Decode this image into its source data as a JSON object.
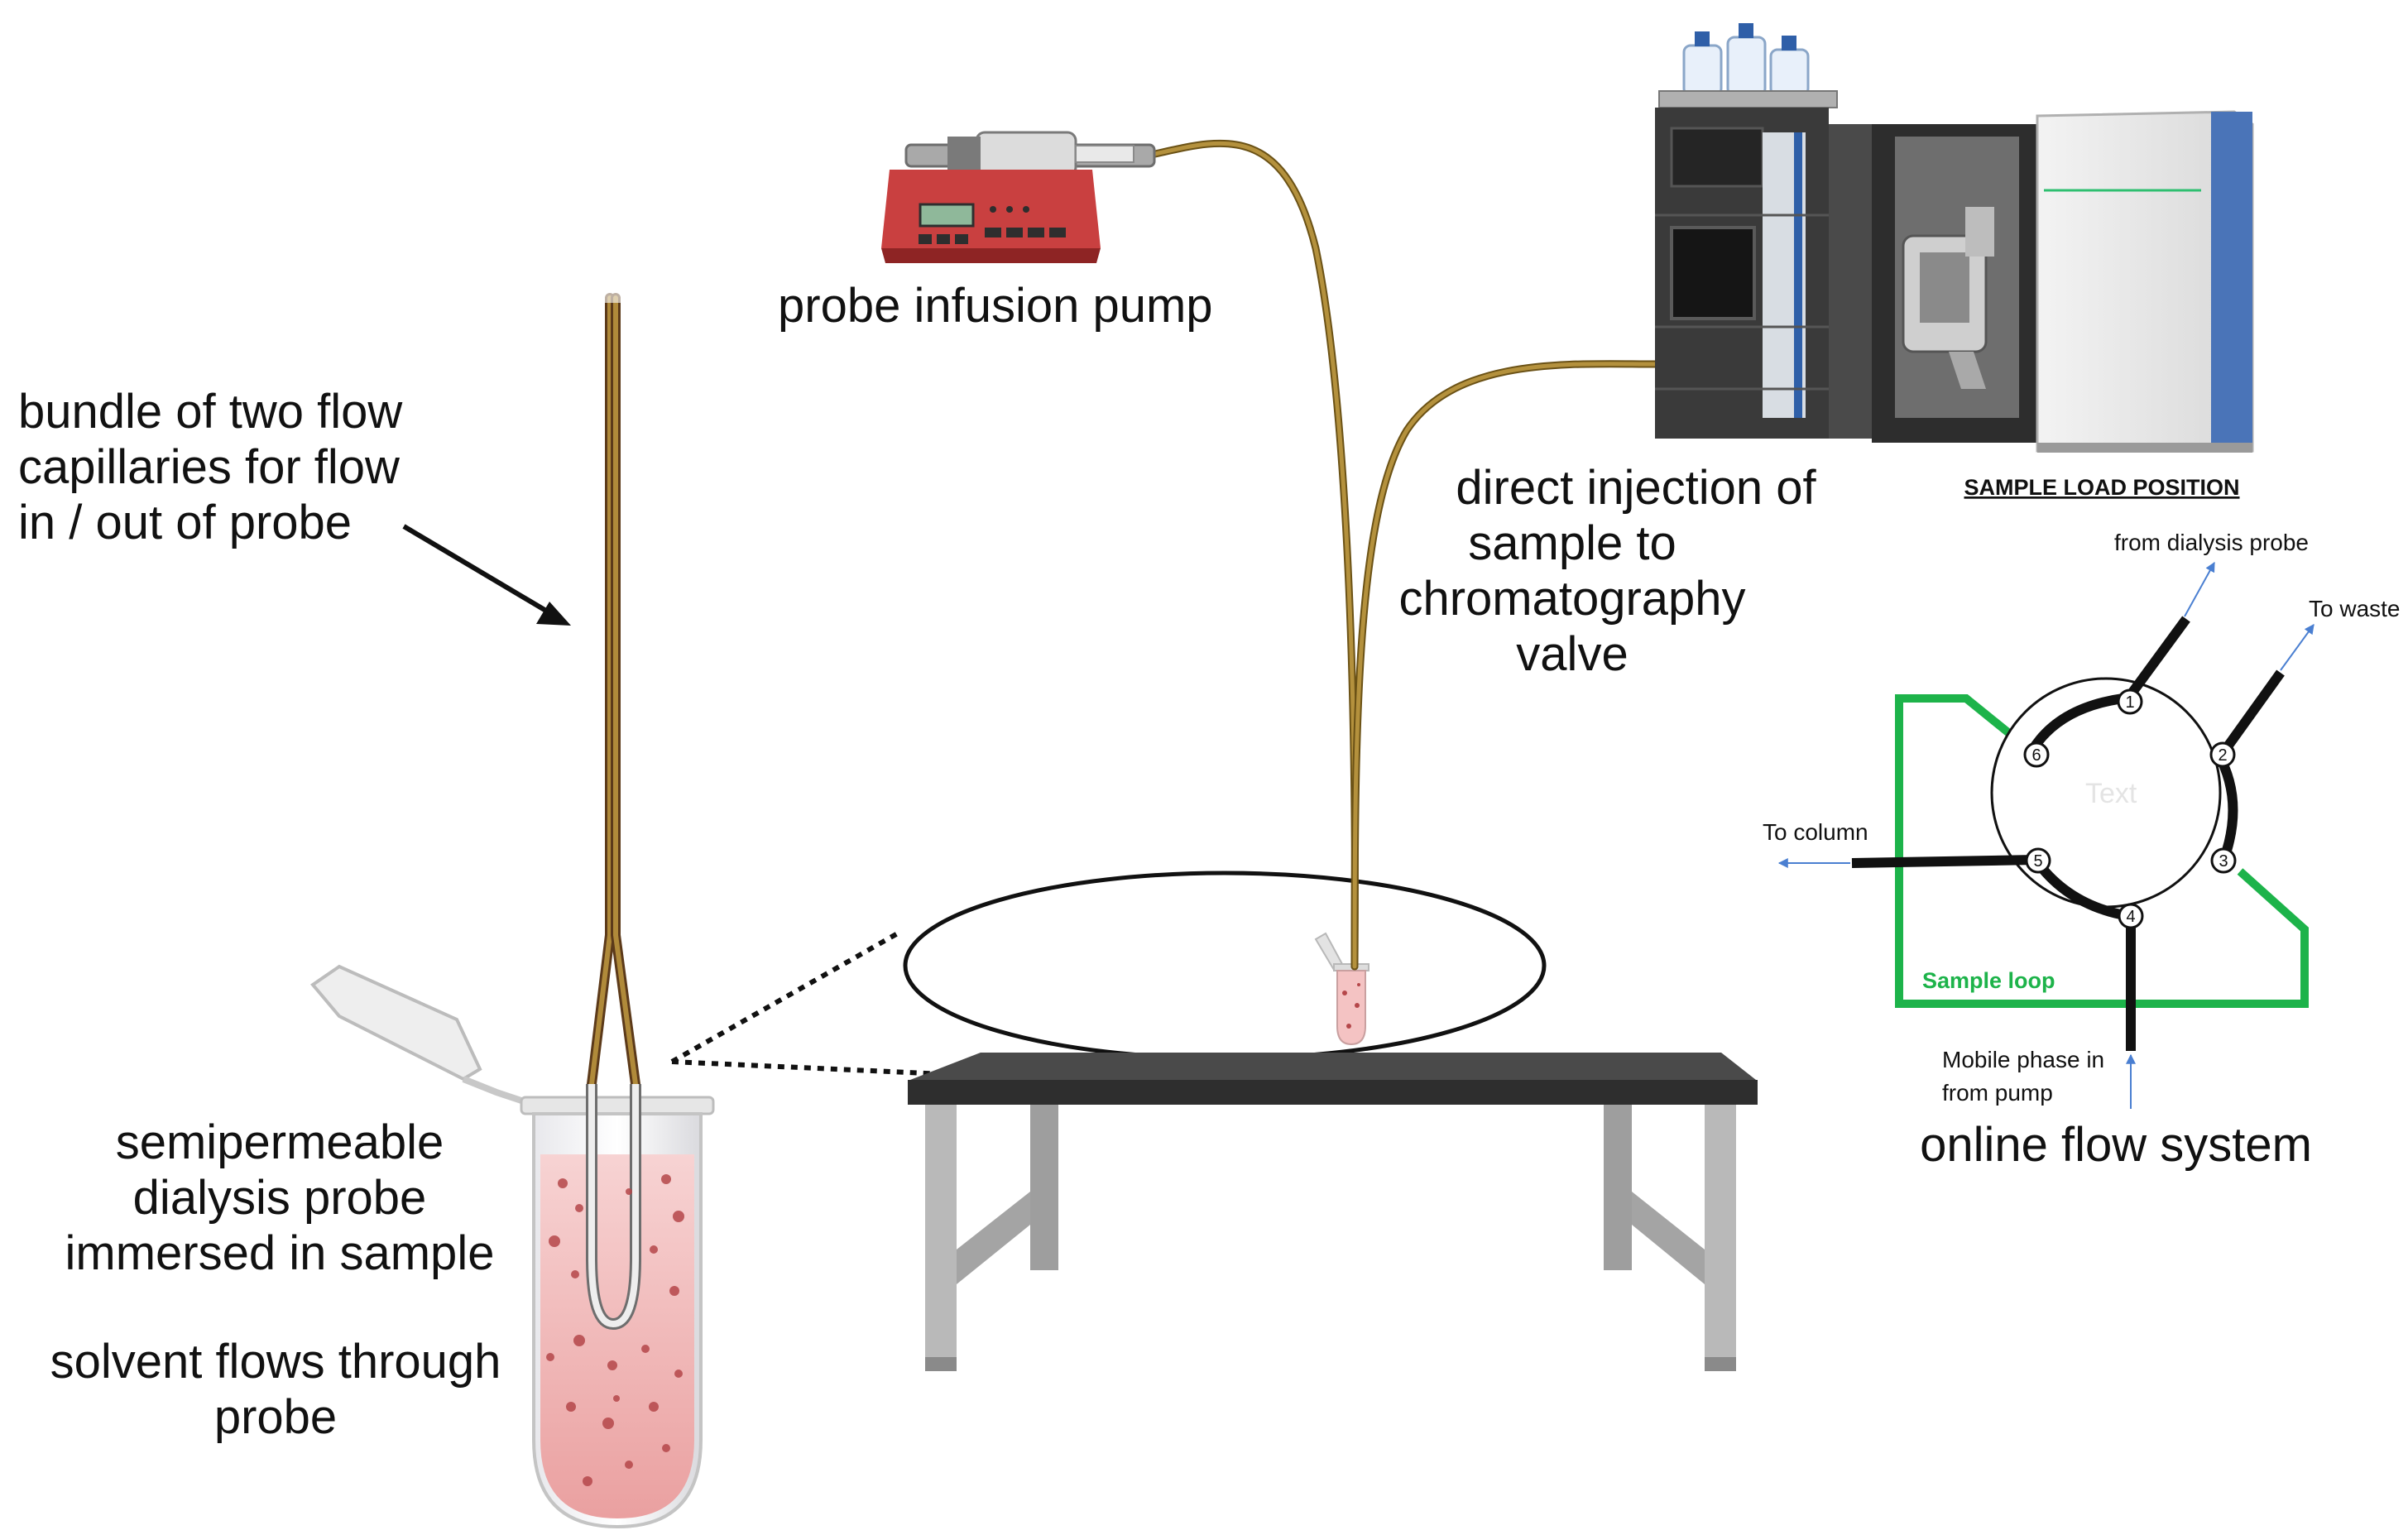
{
  "labels": {
    "bundle": [
      "bundle of two flow",
      "capillaries for flow",
      "in / out of probe"
    ],
    "pump": "probe infusion pump",
    "injection": [
      "direct injection of",
      "sample to",
      "chromatography",
      "valve"
    ],
    "probe": [
      "semipermeable",
      "dialysis probe",
      "immersed in sample"
    ],
    "solvent": [
      "solvent flows through",
      "probe"
    ],
    "online_flow": "online flow system"
  },
  "valve": {
    "position_title": "SAMPLE LOAD POSITION",
    "ports": [
      "1",
      "2",
      "3",
      "4",
      "5",
      "6"
    ],
    "center_placeholder": "Text",
    "from_probe": "from dialysis probe",
    "to_waste": "To waste",
    "to_column": "To column",
    "mobile_phase": [
      "Mobile phase in",
      "from pump"
    ],
    "sample_loop": "Sample loop"
  },
  "colors": {
    "tubing": "#8a6a26",
    "tubing_dark": "#5c3a1a",
    "sample_loop": "#1db34a",
    "pump_body": "#c94040",
    "table_top": "#3a3a3a",
    "sample_fluid": "#f2b8b8",
    "arrow_blue": "#4a7fd1"
  }
}
